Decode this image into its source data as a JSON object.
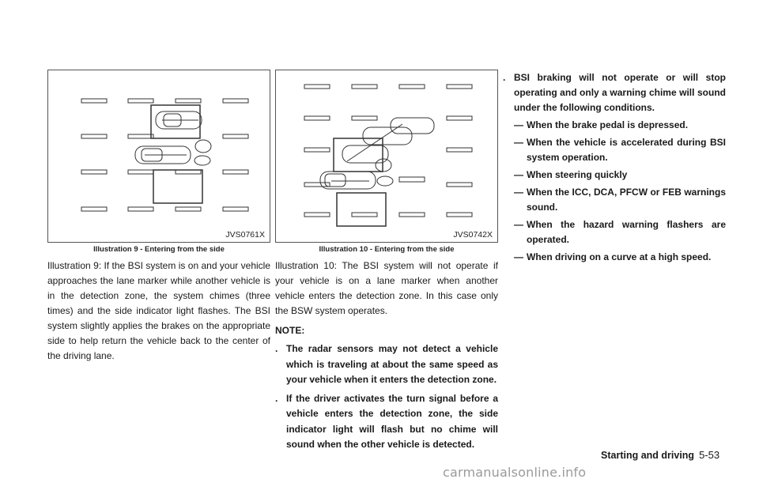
{
  "figure1": {
    "code": "JVS0761X",
    "caption": "Illustration 9 - Entering from the side"
  },
  "figure2": {
    "code": "JVS0742X",
    "caption": "Illustration 10 - Entering from the side"
  },
  "column1": {
    "paragraph": "Illustration 9: If the BSI system is on and your vehicle approaches the lane marker while another vehicle is in the detection zone, the system chimes (three times) and the side indicator light flashes. The BSI system slightly applies the brakes on the appropriate side to help return the vehicle back to the center of the driving lane."
  },
  "column2": {
    "paragraph": "Illustration 10: The BSI system will not operate if your vehicle is on a lane marker when another vehicle enters the detection zone. In this case only the BSW system operates.",
    "note_title": "NOTE:",
    "notes": [
      "The radar sensors may not detect a vehicle which is traveling at about the same speed as your vehicle when it enters the detection zone.",
      "If the driver activates the turn signal before a vehicle enters the detection zone, the side indicator light will flash but no chime will sound when the other vehicle is detected."
    ]
  },
  "column3": {
    "bullet_text": "BSI braking will not operate or will stop operating and only a warning chime will sound under the following conditions.",
    "conditions": [
      "When the brake pedal is depressed.",
      "When the vehicle is accelerated during BSI system operation.",
      "When steering quickly",
      "When the ICC, DCA, PFCW or FEB warnings sound.",
      "When the hazard warning flashers are operated.",
      "When driving on a curve at a high speed."
    ]
  },
  "symbols": {
    "bullet": ".",
    "dash": "—"
  },
  "footer": {
    "section": "Starting and driving",
    "page": "5-53"
  },
  "watermark": "carmanualsonline.info"
}
